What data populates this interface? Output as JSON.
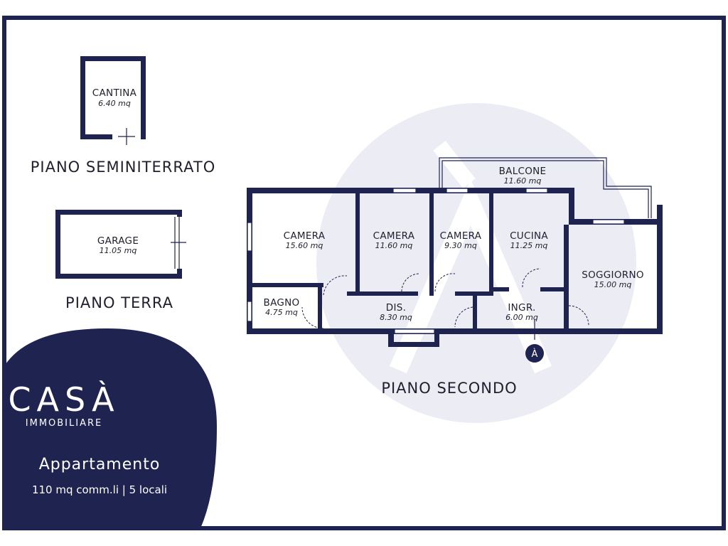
{
  "colors": {
    "border": "#1f2350",
    "brand_navy": "#1f2350",
    "watermark": "#ececf5",
    "text": "#1f1f2e",
    "accent_white": "#ffffff"
  },
  "floors": {
    "seminterrato": {
      "title": "PIANO SEMINITERRATO",
      "rooms": [
        {
          "name": "CANTINA",
          "area": "6.40 mq"
        }
      ]
    },
    "terra": {
      "title": "PIANO TERRA",
      "rooms": [
        {
          "name": "GARAGE",
          "area": "11.05 mq"
        }
      ]
    },
    "secondo": {
      "title": "PIANO SECONDO",
      "rooms": [
        {
          "name": "BALCONE",
          "area": "11.60 mq"
        },
        {
          "name": "CAMERA",
          "area": "15.60 mq"
        },
        {
          "name": "CAMERA",
          "area": "11.60 mq"
        },
        {
          "name": "CAMERA",
          "area": "9.30 mq"
        },
        {
          "name": "CUCINA",
          "area": "11.25 mq"
        },
        {
          "name": "SOGGIORNO",
          "area": "15.00 mq"
        },
        {
          "name": "BAGNO",
          "area": "4.75 mq"
        },
        {
          "name": "DIS.",
          "area": "8.30 mq"
        },
        {
          "name": "INGR.",
          "area": "6.00 mq"
        }
      ],
      "entrance_marker": "À"
    }
  },
  "brand": {
    "logo_text": "CASÀ",
    "logo_sub": "IMMOBILIARE",
    "property_type": "Appartamento",
    "details": "110 mq comm.li | 5 locali"
  }
}
